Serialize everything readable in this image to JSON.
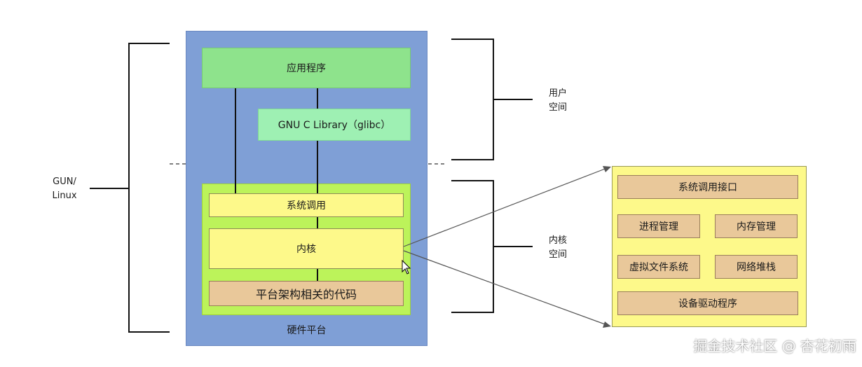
{
  "diagram": {
    "app": "应用程序",
    "glibc": "GNU C Library（glibc）",
    "syscall": "系统调用",
    "kernel": "内核",
    "arch_code": "平台架构相关的代码",
    "hardware": "硬件平台",
    "gnu_linux_label": "GUN/\nLinux",
    "user_space_label": "用户\n空间",
    "kernel_space_label": "内核\n空间",
    "detail": {
      "syscall_interface": "系统调用接口",
      "process_mgmt": "进程管理",
      "memory_mgmt": "内存管理",
      "vfs": "虚拟文件系统",
      "net_stack": "网络堆栈",
      "drivers": "设备驱动程序"
    }
  },
  "watermark": "掘金技术社区 @ 杏花初雨"
}
